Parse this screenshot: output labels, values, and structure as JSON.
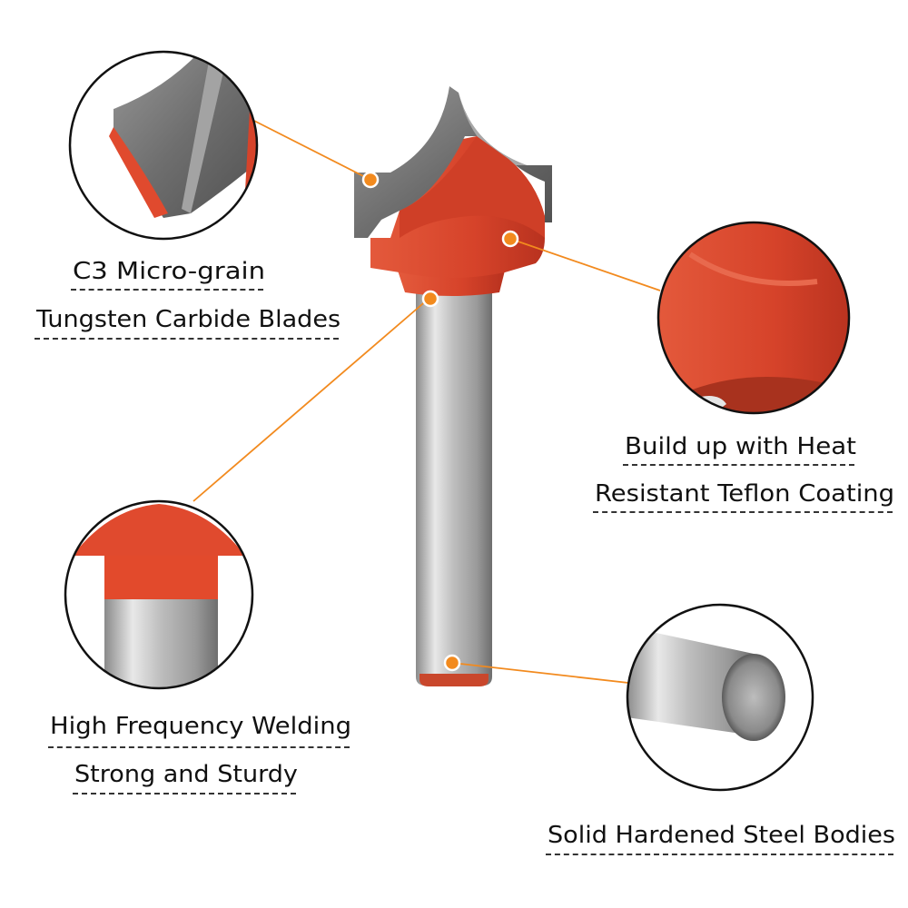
{
  "colors": {
    "accent_orange": "#f28a1e",
    "coating_red": "#d6432a",
    "steel_light": "#d9d9d9",
    "steel_dark": "#6e6e6e",
    "text": "#111111"
  },
  "features": {
    "carbide": {
      "line1": "C3 Micro-grain",
      "line2": "Tungsten Carbide Blades",
      "icon": "carbide-blade-closeup"
    },
    "coating": {
      "line1": "Build up with Heat",
      "line2": "Resistant Teflon Coating",
      "icon": "teflon-coating-closeup"
    },
    "welding": {
      "line1": "High Frequency Welding",
      "line2": "Strong and Sturdy",
      "icon": "weld-joint-closeup"
    },
    "steel": {
      "line1": "Solid Hardened Steel Bodies",
      "icon": "shank-end-closeup"
    }
  }
}
